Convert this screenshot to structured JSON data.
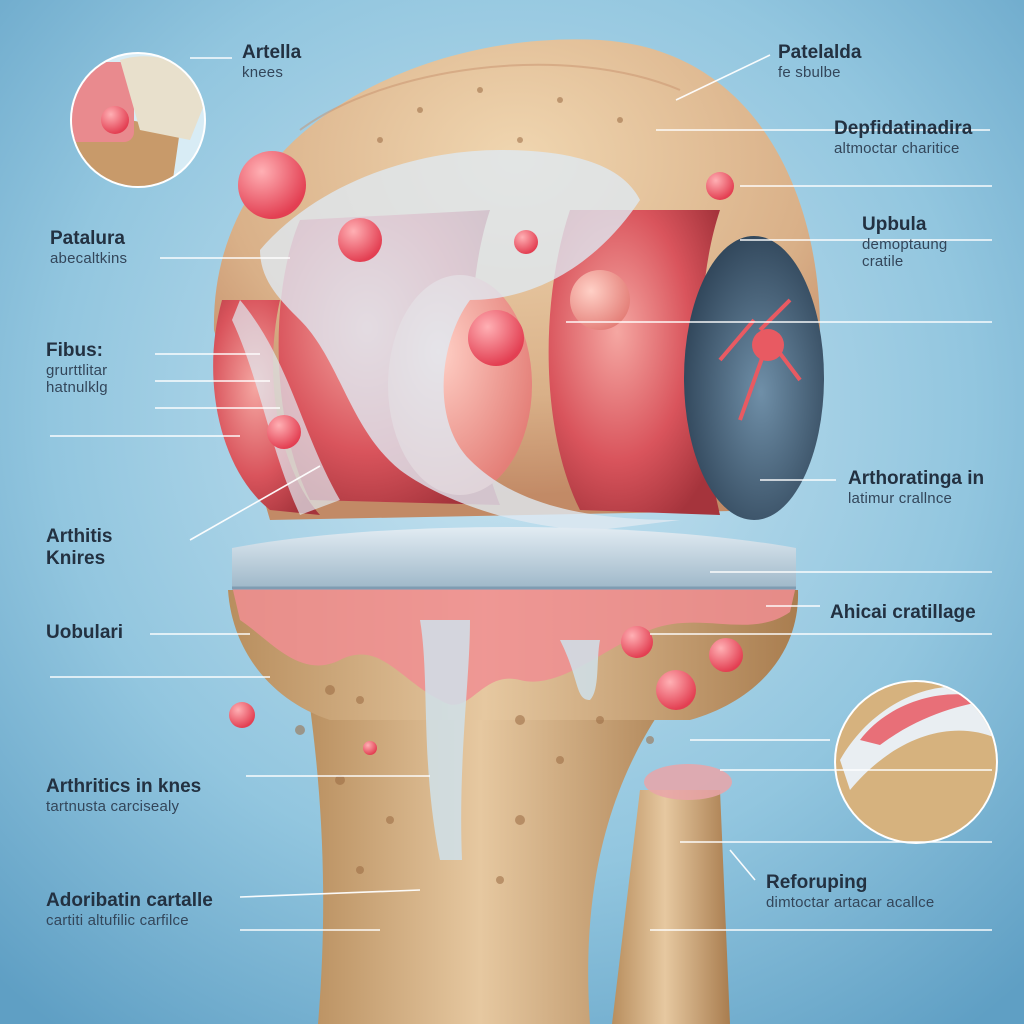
{
  "colors": {
    "background": "#8ec3de",
    "bone": "#d8b890",
    "cartilage": "#cfdbe6",
    "inflamed": "#e86a72",
    "leader": "#ffffff"
  },
  "labels": {
    "artella": {
      "title": "Artella",
      "sub": "knees"
    },
    "patelalda": {
      "title": "Patelalda",
      "sub": "fe sbulbe"
    },
    "depfidatinadira": {
      "title": "Depfidatinadira",
      "sub": "altmoctar charitice"
    },
    "patalura": {
      "title": "Patalura",
      "sub": "abecaltkins"
    },
    "upbula": {
      "title": "Upbula",
      "sub": "demoptaung",
      "sub2": "cratile"
    },
    "fibus": {
      "title": "Fibus:",
      "sub": "grurttlitar",
      "sub2": "hatnulklg"
    },
    "arthoratinga": {
      "title": "Arthoratinga in",
      "sub": "latimur crallnce"
    },
    "arthitis": {
      "title": "Arthitis",
      "sub": "Knires"
    },
    "uobulari": {
      "title": "Uobulari"
    },
    "ahicai": {
      "title": "Ahicai cratillage"
    },
    "arthritics": {
      "title": "Arthritics in knes",
      "sub": "tartnusta carcisealy"
    },
    "reforuping": {
      "title": "Reforuping",
      "sub": "dimtoctar artacar acallce"
    },
    "adoribatin": {
      "title": "Adoribatin cartalle",
      "sub": "cartiti altufilic carfilce"
    }
  }
}
